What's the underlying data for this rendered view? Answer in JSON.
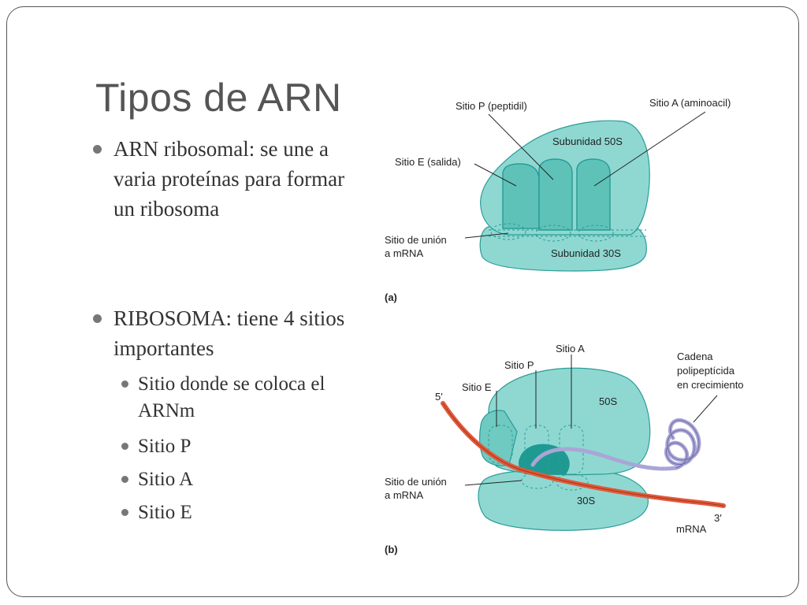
{
  "title": "Tipos de ARN",
  "bullets": [
    {
      "text": "ARN ribosomal:  se une a varia proteínas para formar un ribosoma"
    },
    {
      "text": "RIBOSOMA: tiene 4 sitios importantes",
      "sub_items": [
        "Sitio donde se coloca el ARNm",
        "Sitio P",
        "Sitio A",
        "Sitio E"
      ]
    }
  ],
  "diagram_a": {
    "panel_label": "(a)",
    "labels": {
      "site_p": "Sitio P (peptidil)",
      "site_a": "Sitio A (aminoacil)",
      "site_e": "Sitio E (salida)",
      "subunit_50s": "Subunidad 50S",
      "mrna_site_line1": "Sitio de unión",
      "mrna_site_line2": "a mRNA",
      "subunit_30s": "Subunidad 30S"
    }
  },
  "diagram_b": {
    "panel_label": "(b)",
    "labels": {
      "site_a": "Sitio A",
      "site_p": "Sitio P",
      "site_e": "Sitio E",
      "five_prime": "5′",
      "three_prime": "3′",
      "s50": "50S",
      "s30": "30S",
      "chain_line1": "Cadena",
      "chain_line2": "polipeptícida",
      "chain_line3": "en crecimiento",
      "mrna_site_line1": "Sitio de unión",
      "mrna_site_line2": "a mRNA",
      "mrna": "mRNA"
    }
  },
  "colors": {
    "ribosome_fill": "#8fd8d2",
    "ribosome_dark": "#3fb5ac",
    "ribosome_stroke": "#2a9d96",
    "mrna": "#e05a3a",
    "polypeptide": "#a9a6d6",
    "text": "#333333",
    "bullet": "#777777"
  }
}
